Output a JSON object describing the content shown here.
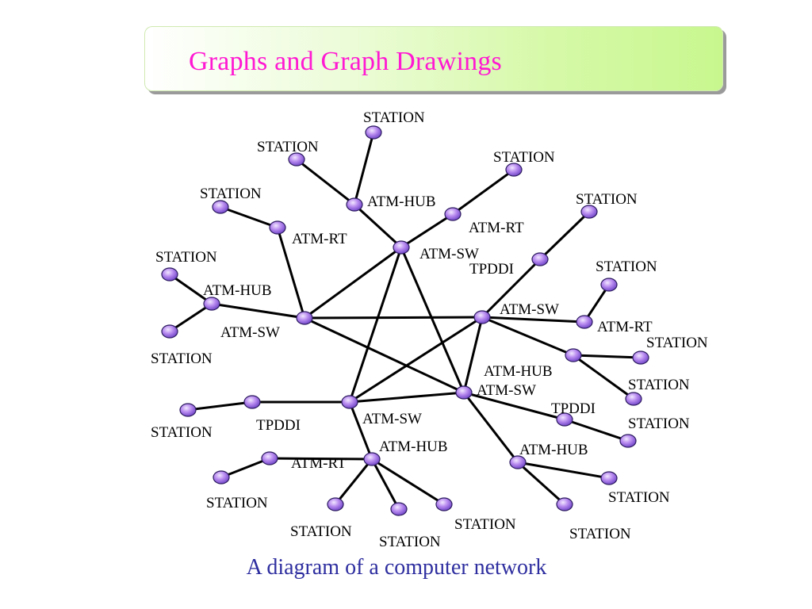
{
  "header": {
    "title": "Graphs and Graph Drawings"
  },
  "caption": "A diagram of a computer network",
  "colors": {
    "title": "#ff19d2",
    "caption": "#2e2ea0",
    "node_fill": "#b98cf0",
    "edge": "#000000"
  },
  "diagram": {
    "nodes": [
      {
        "id": "sw_top",
        "label": "ATM-SW"
      },
      {
        "id": "sw_left",
        "label": "ATM-SW"
      },
      {
        "id": "sw_right",
        "label": "ATM-SW"
      },
      {
        "id": "sw_bl",
        "label": "ATM-SW"
      },
      {
        "id": "sw_br",
        "label": "ATM-SW"
      },
      {
        "id": "hub_top",
        "label": "ATM-HUB"
      },
      {
        "id": "st_1",
        "label": "STATION"
      },
      {
        "id": "st_2",
        "label": "STATION"
      },
      {
        "id": "rt_top",
        "label": "ATM-RT"
      },
      {
        "id": "st_3",
        "label": "STATION"
      },
      {
        "id": "rt_left",
        "label": "ATM-RT"
      },
      {
        "id": "st_4",
        "label": "STATION"
      },
      {
        "id": "hub_left",
        "label": "ATM-HUB"
      },
      {
        "id": "st_5",
        "label": "STATION"
      },
      {
        "id": "st_6",
        "label": "STATION"
      },
      {
        "id": "tpddi_top",
        "label": "TPDDI"
      },
      {
        "id": "st_7",
        "label": "STATION"
      },
      {
        "id": "rt_right",
        "label": "ATM-RT"
      },
      {
        "id": "st_8",
        "label": "STATION"
      },
      {
        "id": "hub_right",
        "label": "ATM-HUB"
      },
      {
        "id": "st_9",
        "label": "STATION"
      },
      {
        "id": "st_10",
        "label": "STATION"
      },
      {
        "id": "tpddi_right",
        "label": "TPDDI"
      },
      {
        "id": "st_11",
        "label": "STATION"
      },
      {
        "id": "hub_br",
        "label": "ATM-HUB"
      },
      {
        "id": "st_12",
        "label": "STATION"
      },
      {
        "id": "st_13",
        "label": "STATION"
      },
      {
        "id": "tpddi_left",
        "label": "TPDDI"
      },
      {
        "id": "st_14",
        "label": "STATION"
      },
      {
        "id": "rt_bl",
        "label": "ATM-RT"
      },
      {
        "id": "st_15",
        "label": "STATION"
      },
      {
        "id": "hub_bottom",
        "label": "ATM-HUB"
      },
      {
        "id": "st_16",
        "label": "STATION"
      },
      {
        "id": "st_17",
        "label": "STATION"
      },
      {
        "id": "st_18",
        "label": "STATION"
      }
    ],
    "edges": [
      [
        "sw_top",
        "sw_left"
      ],
      [
        "sw_top",
        "sw_bl"
      ],
      [
        "sw_top",
        "sw_br"
      ],
      [
        "sw_left",
        "sw_right"
      ],
      [
        "sw_left",
        "sw_br"
      ],
      [
        "sw_right",
        "sw_bl"
      ],
      [
        "sw_right",
        "sw_br"
      ],
      [
        "sw_bl",
        "sw_br"
      ],
      [
        "sw_top",
        "hub_top"
      ],
      [
        "hub_top",
        "st_1"
      ],
      [
        "hub_top",
        "st_2"
      ],
      [
        "sw_top",
        "rt_top"
      ],
      [
        "rt_top",
        "st_3"
      ],
      [
        "sw_left",
        "rt_left"
      ],
      [
        "rt_left",
        "st_4"
      ],
      [
        "sw_left",
        "hub_left"
      ],
      [
        "hub_left",
        "st_5"
      ],
      [
        "hub_left",
        "st_6"
      ],
      [
        "sw_right",
        "tpddi_top"
      ],
      [
        "tpddi_top",
        "st_7"
      ],
      [
        "sw_right",
        "rt_right"
      ],
      [
        "rt_right",
        "st_8"
      ],
      [
        "sw_right",
        "hub_right"
      ],
      [
        "hub_right",
        "st_9"
      ],
      [
        "hub_right",
        "st_10"
      ],
      [
        "sw_br",
        "tpddi_right"
      ],
      [
        "tpddi_right",
        "st_11"
      ],
      [
        "sw_br",
        "hub_br"
      ],
      [
        "hub_br",
        "st_12"
      ],
      [
        "hub_br",
        "st_13"
      ],
      [
        "sw_bl",
        "tpddi_left"
      ],
      [
        "tpddi_left",
        "st_14"
      ],
      [
        "sw_bl",
        "hub_bottom"
      ],
      [
        "hub_bottom",
        "rt_bl"
      ],
      [
        "rt_bl",
        "st_15"
      ],
      [
        "hub_bottom",
        "st_16"
      ],
      [
        "hub_bottom",
        "st_17"
      ],
      [
        "hub_bottom",
        "st_18"
      ]
    ]
  }
}
